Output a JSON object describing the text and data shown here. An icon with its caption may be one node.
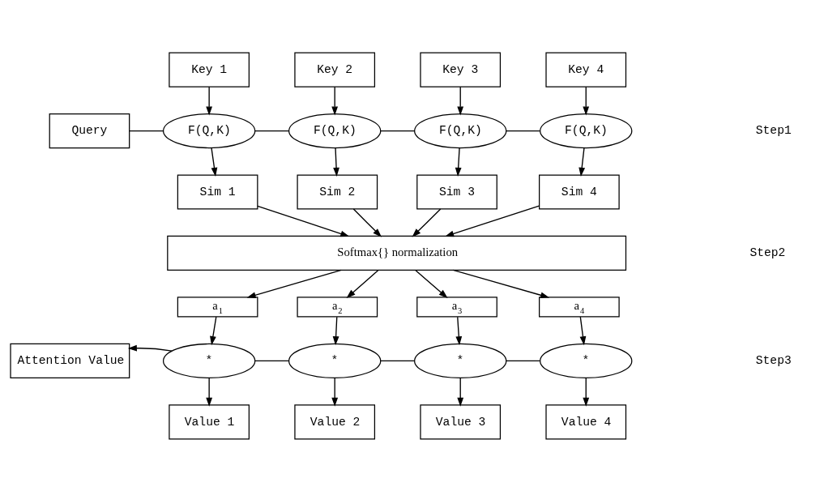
{
  "diagram": {
    "nodes": [
      {
        "text": [
          "Key 1"
        ]
      },
      {
        "text": [
          "Key 2"
        ]
      },
      {
        "text": [
          "Key 3"
        ]
      },
      {
        "text": [
          "Key 4"
        ]
      },
      {
        "text": [
          "Query"
        ]
      },
      {
        "text": [
          "F(Q,K)"
        ]
      },
      {
        "text": [
          "F(Q,K)"
        ]
      },
      {
        "text": [
          "F(Q,K)"
        ]
      },
      {
        "text": [
          "F(Q,K)"
        ]
      },
      {
        "text": [
          "Sim 1"
        ]
      },
      {
        "text": [
          "Sim 2"
        ]
      },
      {
        "text": [
          "Sim 3"
        ]
      },
      {
        "text": [
          "Sim 4"
        ]
      },
      {
        "text": [
          "Softmax{} normalization"
        ]
      },
      {
        "text": [
          "a$_{1}$"
        ]
      },
      {
        "text": [
          "a$_{2}$"
        ]
      },
      {
        "text": [
          "a$_{3}$"
        ]
      },
      {
        "text": [
          "a$_{4}$"
        ]
      },
      {
        "text": [
          "Attention Value"
        ]
      },
      {
        "text": [
          "*"
        ]
      },
      {
        "text": [
          "*"
        ]
      },
      {
        "text": [
          "*"
        ]
      },
      {
        "text": [
          "*"
        ]
      },
      {
        "text": [
          "Value 1"
        ]
      },
      {
        "text": [
          "Value 2"
        ]
      },
      {
        "text": [
          "Value 3"
        ]
      },
      {
        "text": [
          "Value 4"
        ]
      }
    ],
    "edges": [
      {
        "from": 0,
        "to": 5,
        "arrow": "to"
      },
      {
        "from": 1,
        "to": 6,
        "arrow": "to"
      },
      {
        "from": 2,
        "to": 7,
        "arrow": "to"
      },
      {
        "from": 3,
        "to": 8,
        "arrow": "to"
      },
      {
        "from": 4,
        "to": 5,
        "arrow": "none"
      },
      {
        "from": 5,
        "to": 6,
        "arrow": "none"
      },
      {
        "from": 6,
        "to": 7,
        "arrow": "none"
      },
      {
        "from": 7,
        "to": 8,
        "arrow": "none"
      },
      {
        "from": 5,
        "to": 9,
        "arrow": "to"
      },
      {
        "from": 6,
        "to": 10,
        "arrow": "to"
      },
      {
        "from": 7,
        "to": 11,
        "arrow": "to"
      },
      {
        "from": 8,
        "to": 12,
        "arrow": "to"
      },
      {
        "from": 9,
        "to": 13,
        "arrow": "to"
      },
      {
        "from": 10,
        "to": 13,
        "arrow": "to"
      },
      {
        "from": 11,
        "to": 13,
        "arrow": "to"
      },
      {
        "from": 12,
        "to": 13,
        "arrow": "to"
      },
      {
        "from": 13,
        "to": 14,
        "arrow": "to"
      },
      {
        "from": 13,
        "to": 15,
        "arrow": "to"
      },
      {
        "from": 13,
        "to": 16,
        "arrow": "to"
      },
      {
        "from": 13,
        "to": 17,
        "arrow": "to"
      },
      {
        "from": 14,
        "to": 19,
        "arrow": "to"
      },
      {
        "from": 15,
        "to": 20,
        "arrow": "to"
      },
      {
        "from": 16,
        "to": 21,
        "arrow": "to"
      },
      {
        "from": 17,
        "to": 22,
        "arrow": "to"
      },
      {
        "from": 19,
        "to": 18,
        "arrow": "to"
      },
      {
        "from": 19,
        "to": 20,
        "arrow": "none"
      },
      {
        "from": 20,
        "to": 21,
        "arrow": "none"
      },
      {
        "from": 21,
        "to": 22,
        "arrow": "none"
      },
      {
        "from": 19,
        "to": 23,
        "arrow": "to"
      },
      {
        "from": 20,
        "to": 24,
        "arrow": "to"
      },
      {
        "from": 21,
        "to": 25,
        "arrow": "to"
      },
      {
        "from": 22,
        "to": 26,
        "arrow": "to"
      }
    ],
    "labels": [
      "Step1",
      "Step2",
      "Step3"
    ]
  }
}
